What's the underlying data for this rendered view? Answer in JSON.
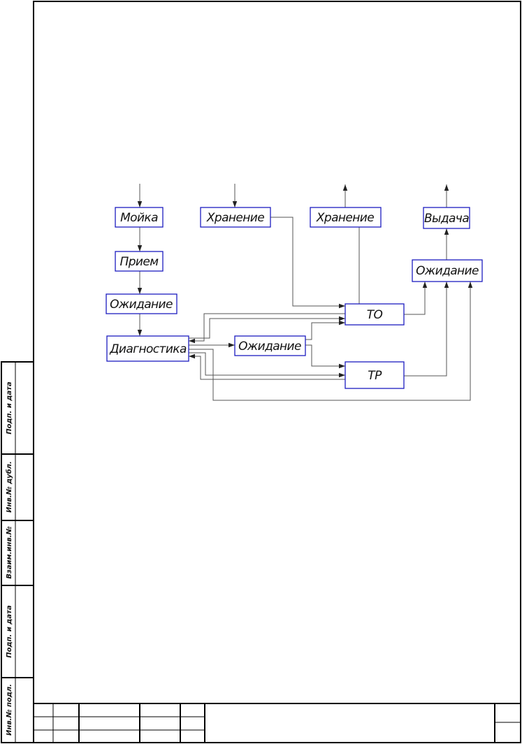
{
  "diagram": {
    "nodes": [
      {
        "id": "wash",
        "label": "Мойка"
      },
      {
        "id": "reception",
        "label": "Прием"
      },
      {
        "id": "wait1",
        "label": "Ожидание"
      },
      {
        "id": "diagnostics",
        "label": "Диагностика"
      },
      {
        "id": "storage1",
        "label": "Хранение"
      },
      {
        "id": "wait2",
        "label": "Ожидание"
      },
      {
        "id": "storage2",
        "label": "Хранение"
      },
      {
        "id": "to",
        "label": "ТО"
      },
      {
        "id": "tr",
        "label": "ТР"
      },
      {
        "id": "issue",
        "label": "Выдача"
      },
      {
        "id": "wait3",
        "label": "Ожидание"
      }
    ],
    "edges": [
      {
        "from": "wash",
        "to": "reception"
      },
      {
        "from": "reception",
        "to": "wait1"
      },
      {
        "from": "wait1",
        "to": "diagnostics"
      },
      {
        "from": "diagnostics",
        "to": "wait2"
      },
      {
        "from": "wait2",
        "to": "to"
      },
      {
        "from": "wait2",
        "to": "tr"
      },
      {
        "from": "diagnostics",
        "to": "to"
      },
      {
        "from": "to",
        "to": "diagnostics"
      },
      {
        "from": "diagnostics",
        "to": "tr"
      },
      {
        "from": "tr",
        "to": "diagnostics"
      },
      {
        "from": "storage1",
        "to": "to"
      },
      {
        "from": "to",
        "to": "storage2"
      },
      {
        "from": "to",
        "to": "wait3"
      },
      {
        "from": "tr",
        "to": "wait3"
      },
      {
        "from": "diagnostics",
        "to": "wait3"
      },
      {
        "from": "wait3",
        "to": "issue"
      }
    ]
  },
  "sidebar": {
    "labels": [
      "Подп. и дата",
      "Инв.№ дубл.",
      "Взаим.инв.№",
      "Подп. и дата",
      "Инв.№ подл."
    ]
  }
}
